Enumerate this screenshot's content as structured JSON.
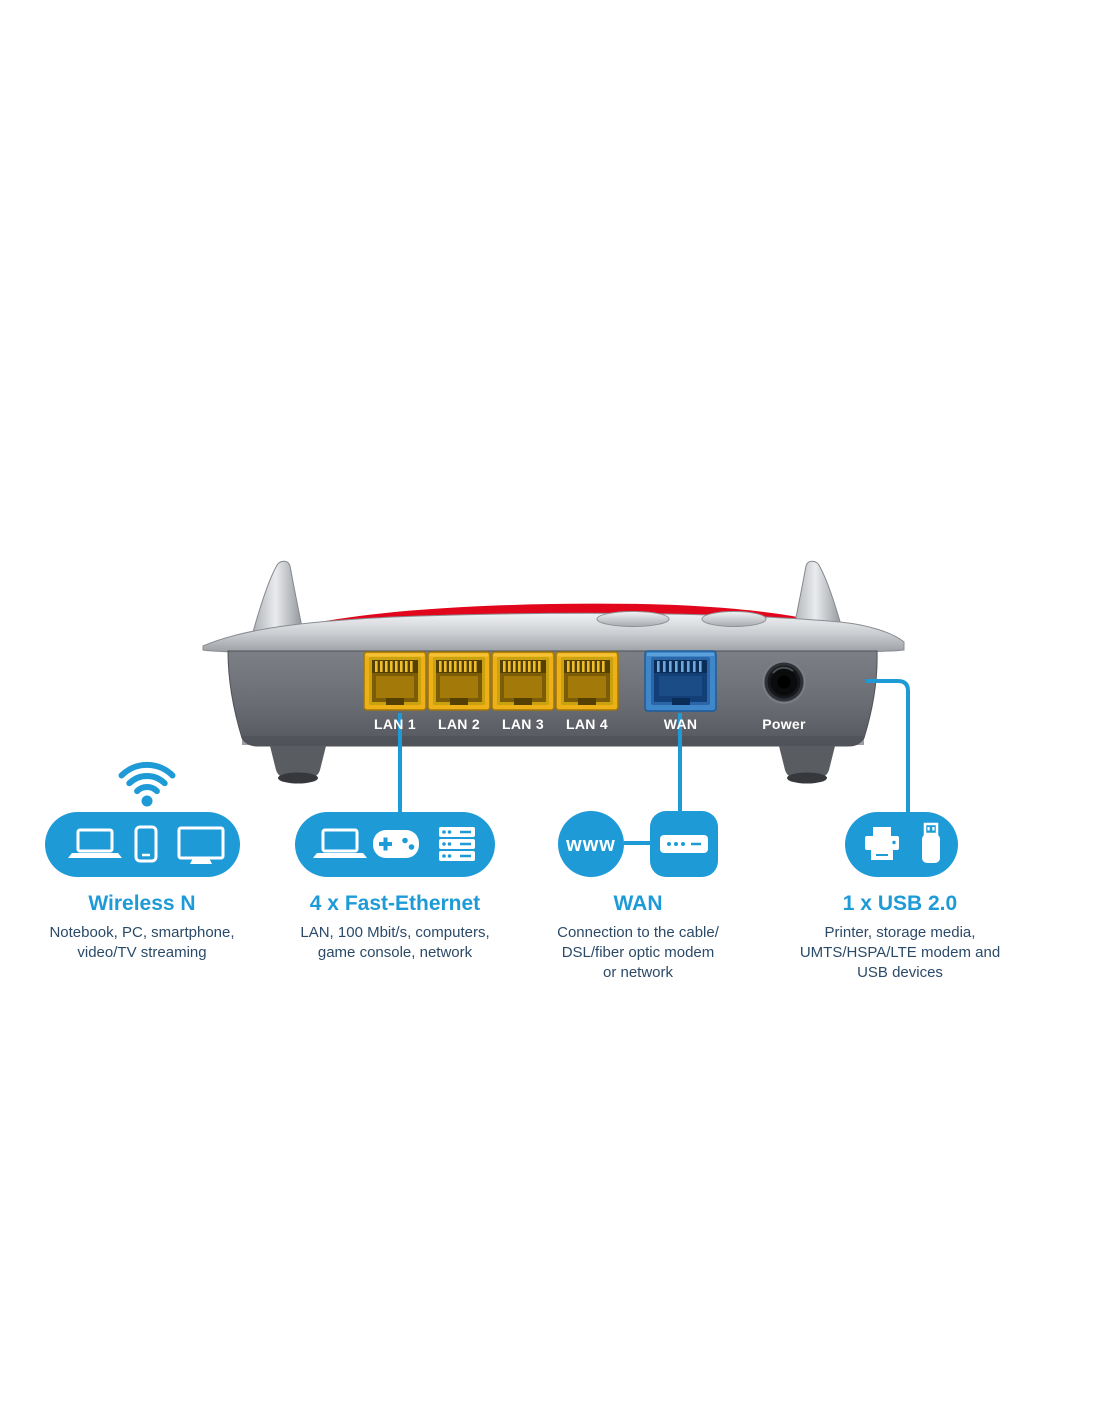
{
  "router": {
    "ports": {
      "lan_labels": [
        "LAN 1",
        "LAN 2",
        "LAN 3",
        "LAN 4"
      ],
      "wan_label": "WAN",
      "power_label": "Power"
    }
  },
  "wan_icon_text": "www",
  "callouts": [
    {
      "title": "Wireless N",
      "description": "Notebook, PC, smartphone,\nvideo/TV streaming"
    },
    {
      "title": "4 x Fast-Ethernet",
      "description": "LAN, 100 Mbit/s, computers,\ngame console, network"
    },
    {
      "title": "WAN",
      "description": "Connection to the cable/\nDSL/fiber optic modem\nor network"
    },
    {
      "title": "1 x USB 2.0",
      "description": "Printer, storage media,\nUMTS/HSPA/LTE modem and\nUSB devices"
    }
  ],
  "colors": {
    "accent": "#1e9bd7",
    "text_dark": "#2b4a68",
    "router_red": "#e2061c",
    "lan_yellow": "#edb016",
    "wan_blue": "#3f87c9"
  }
}
